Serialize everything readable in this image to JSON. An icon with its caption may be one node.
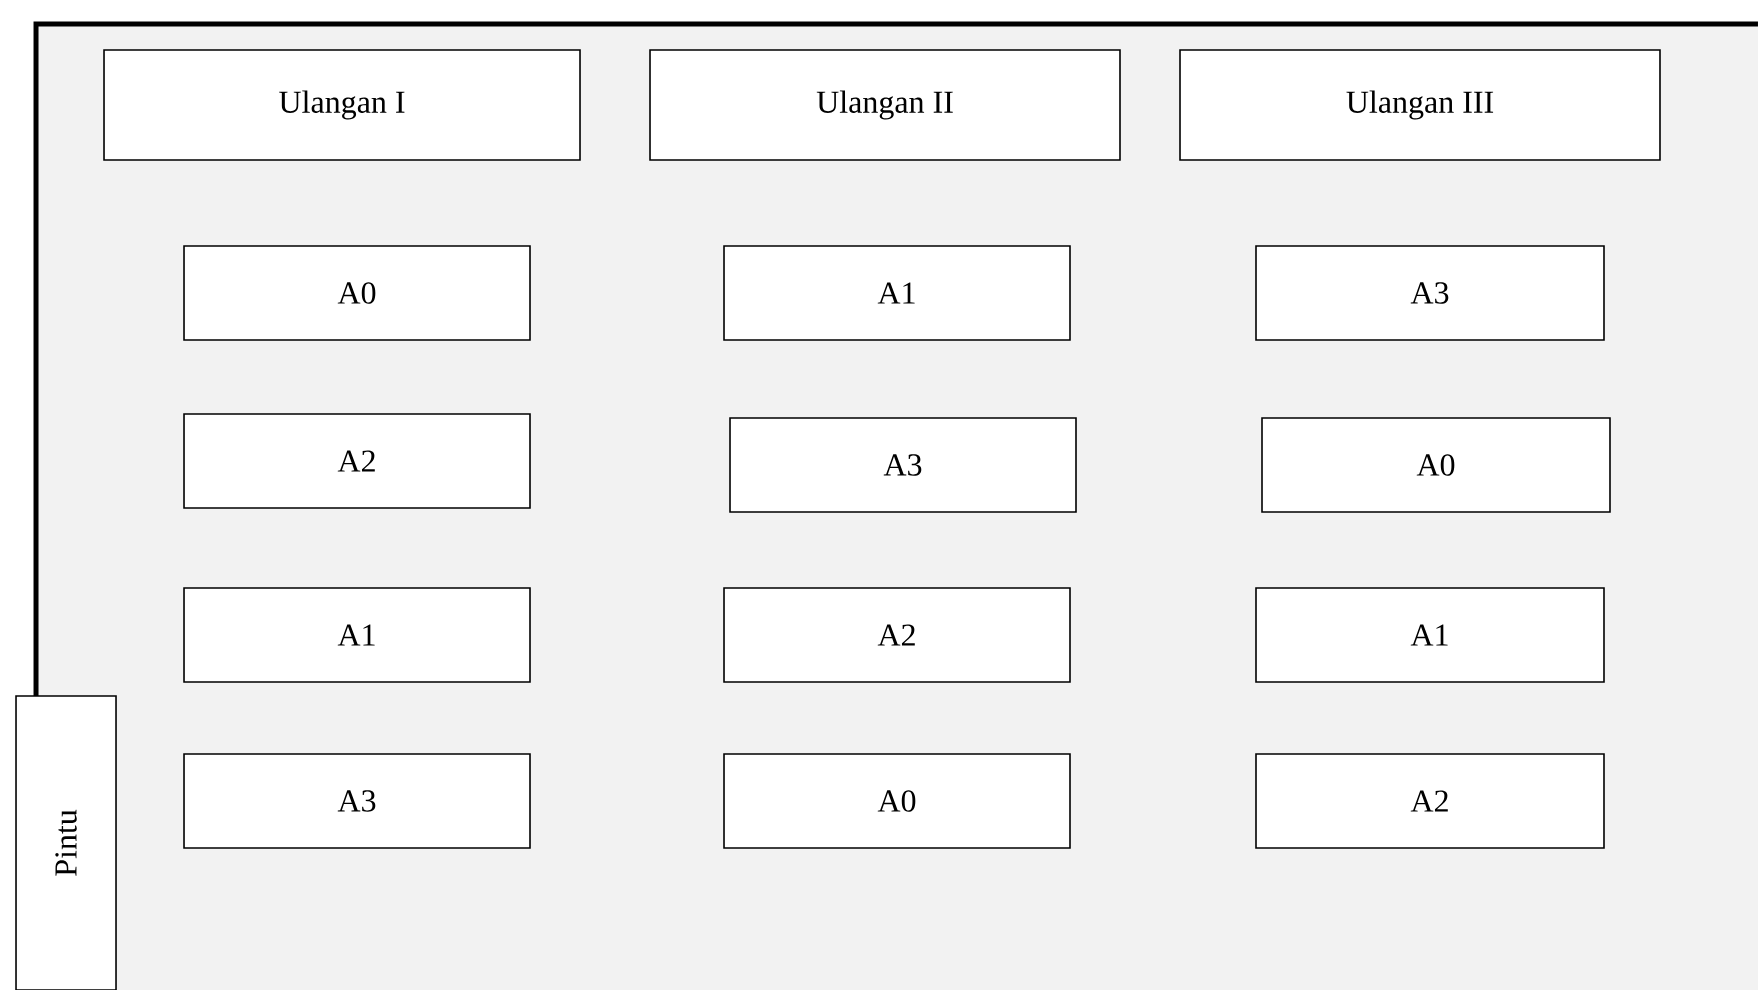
{
  "diagram": {
    "nodes": [
      {
        "text": [
          "Ulangan I"
        ]
      },
      {
        "text": [
          "Ulangan II"
        ]
      },
      {
        "text": [
          "Ulangan III"
        ]
      },
      {
        "text": [
          "A0"
        ]
      },
      {
        "text": [
          "A1"
        ]
      },
      {
        "text": [
          "A3"
        ]
      },
      {
        "text": [
          "A2"
        ]
      },
      {
        "text": [
          "A3"
        ]
      },
      {
        "text": [
          "A0"
        ]
      },
      {
        "text": [
          "A1"
        ]
      },
      {
        "text": [
          "A2"
        ]
      },
      {
        "text": [
          "A1"
        ]
      },
      {
        "text": [
          "A3"
        ]
      },
      {
        "text": [
          "A0"
        ]
      },
      {
        "text": [
          "A2"
        ]
      },
      {
        "text": [
          "Pintu"
        ]
      }
    ]
  }
}
